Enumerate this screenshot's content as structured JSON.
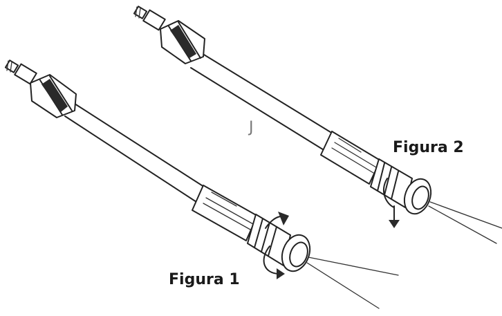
{
  "labels": {
    "figure_1": "Figura 1",
    "figure_2": "Figura 2",
    "letter": "J"
  },
  "colors": {
    "ink": "#222222",
    "background": "#ffffff"
  },
  "icons": {
    "rotate_arrow_1": "curved-rotate-arrow",
    "rotate_arrow_2": "curved-rotate-arrow"
  }
}
